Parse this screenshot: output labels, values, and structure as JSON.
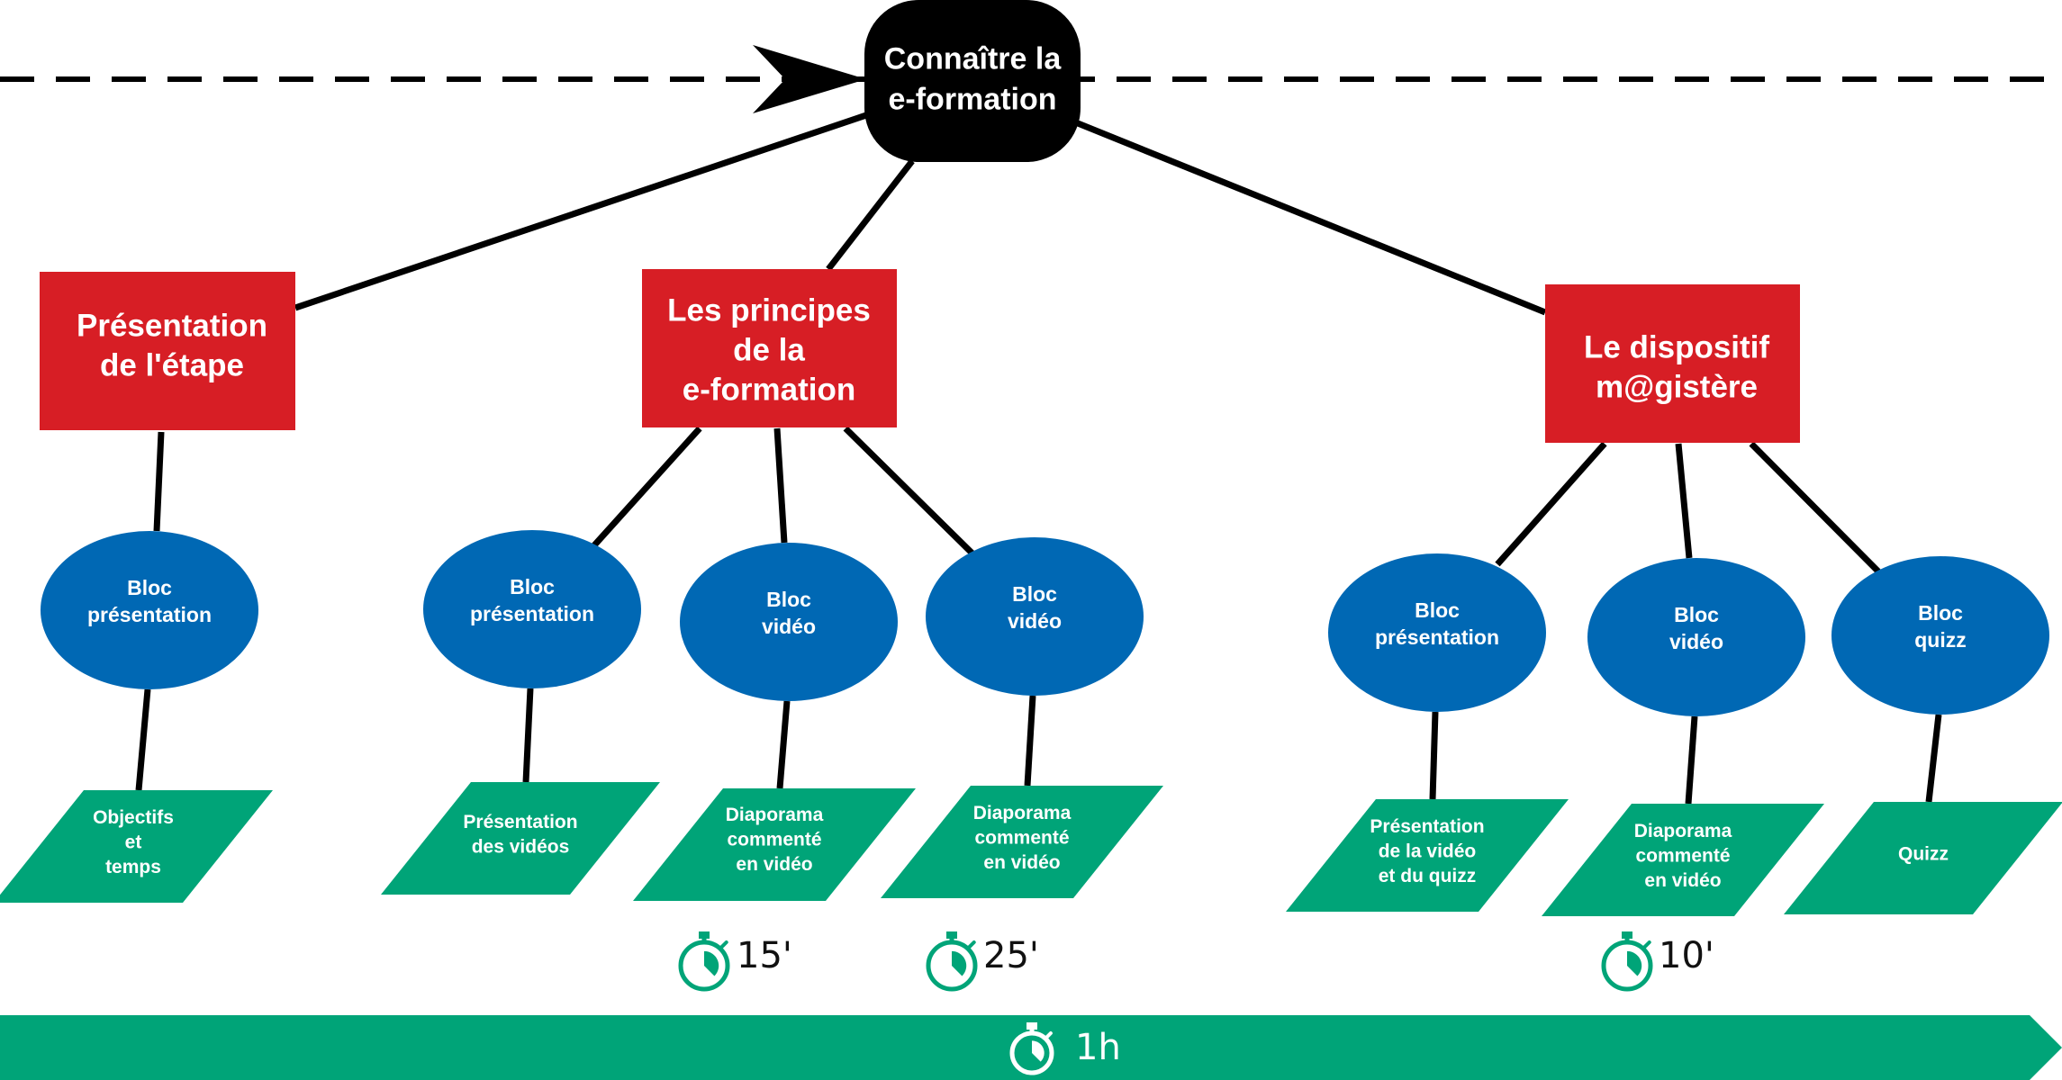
{
  "root": {
    "lines": [
      "Connaître la",
      "e-formation"
    ],
    "color": "#000000"
  },
  "sections": [
    {
      "id": "presentation-etape",
      "lines": [
        "Présentation",
        "de l'étape"
      ],
      "blocs": [
        {
          "lines": [
            "Bloc",
            "présentation"
          ],
          "content": [
            "Objectifs",
            "et",
            "temps"
          ],
          "timer": ""
        }
      ]
    },
    {
      "id": "principes-eformation",
      "lines": [
        "Les principes",
        "de la",
        "e-formation"
      ],
      "blocs": [
        {
          "lines": [
            "Bloc",
            "présentation"
          ],
          "content": [
            "Présentation",
            "des vidéos"
          ],
          "timer": ""
        },
        {
          "lines": [
            "Bloc",
            "vidéo"
          ],
          "content": [
            "Diaporama",
            "commenté",
            "en vidéo"
          ],
          "timer": "15'"
        },
        {
          "lines": [
            "Bloc",
            "vidéo"
          ],
          "content": [
            "Diaporama",
            "commenté",
            "en vidéo"
          ],
          "timer": "25'"
        }
      ]
    },
    {
      "id": "dispositif-magistere",
      "lines": [
        "Le dispositif",
        "m@gistère"
      ],
      "blocs": [
        {
          "lines": [
            "Bloc",
            "présentation"
          ],
          "content": [
            "Présentation",
            "de la vidéo",
            "et du quizz"
          ],
          "timer": ""
        },
        {
          "lines": [
            "Bloc",
            "vidéo"
          ],
          "content": [
            "Diaporama",
            "commenté",
            "en vidéo"
          ],
          "timer": "10'"
        },
        {
          "lines": [
            "Bloc",
            "quizz"
          ],
          "content": [
            "Quizz"
          ],
          "timer": ""
        }
      ]
    }
  ],
  "total_duration": "1h",
  "colors": {
    "section": "#d71e25",
    "bloc": "#0068b4",
    "content": "#00a478",
    "timer_icon": "#00a478",
    "edges": "#000000"
  },
  "icons": {
    "timer": "stopwatch-icon",
    "arrow": "arrow-head-icon"
  }
}
